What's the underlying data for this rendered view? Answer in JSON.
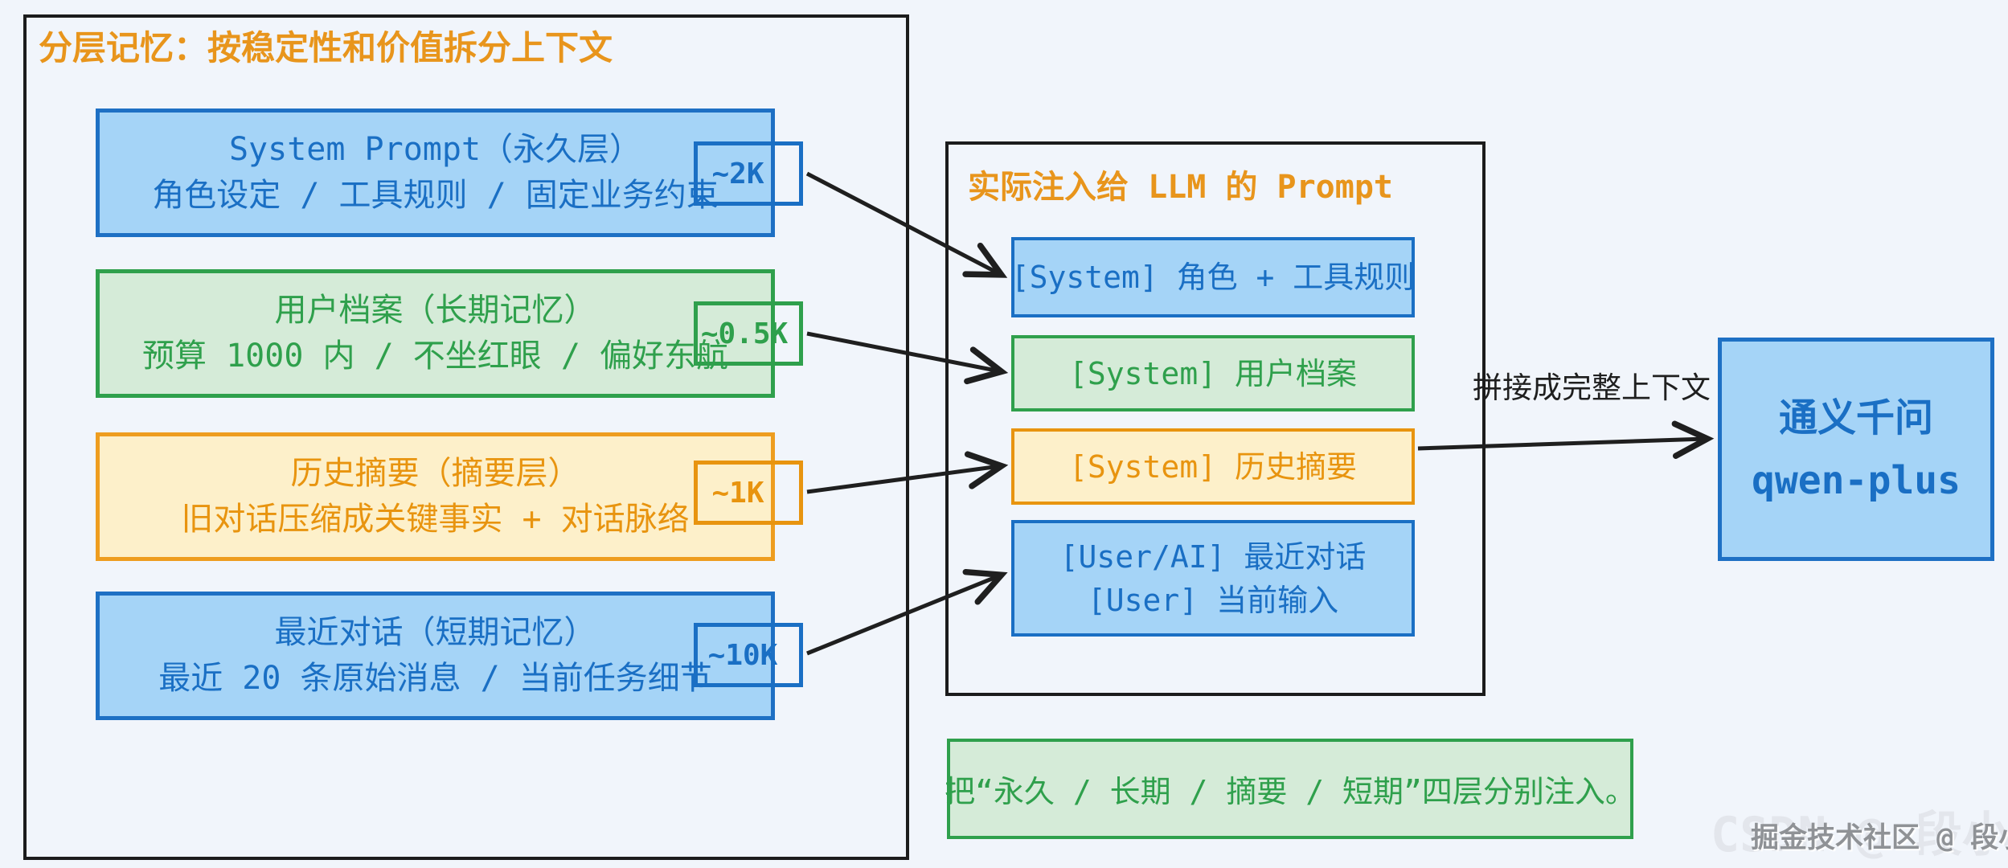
{
  "left_panel": {
    "title": "分层记忆：按稳定性和价值拆分上下文",
    "layers": [
      {
        "line1": "System Prompt（永久层）",
        "line2": "角色设定 / 工具规则 / 固定业务约束",
        "tag": "~2K",
        "theme": "blue"
      },
      {
        "line1": "用户档案（长期记忆）",
        "line2": "预算 1000 内 / 不坐红眼 / 偏好东航",
        "tag": "~0.5K",
        "theme": "green"
      },
      {
        "line1": "历史摘要（摘要层）",
        "line2": "旧对话压缩成关键事实 + 对话脉络",
        "tag": "~1K",
        "theme": "yellow"
      },
      {
        "line1": "最近对话（短期记忆）",
        "line2": "最近 20 条原始消息 / 当前任务细节",
        "tag": "~10K",
        "theme": "blue"
      }
    ]
  },
  "prompt_panel": {
    "title": "实际注入给 LLM 的 Prompt",
    "items": [
      {
        "label": "[System] 角色 + 工具规则",
        "theme": "blue"
      },
      {
        "label": "[System] 用户档案",
        "theme": "green"
      },
      {
        "label": "[System] 历史摘要",
        "theme": "yellow"
      },
      {
        "line1": "[User/AI] 最近对话",
        "line2": "[User] 当前输入",
        "theme": "blue"
      }
    ]
  },
  "output": {
    "arrow_label": "拼接成完整上下文",
    "model_line1": "通义千问",
    "model_line2": "qwen-plus"
  },
  "note": {
    "text": "把“永久 / 长期 / 摘要 / 短期”四层分别注入。"
  },
  "watermark": {
    "back": "CSDN @ 段小三",
    "front": "掘金技术社区 @ 段小三"
  },
  "colors": {
    "background": "#f1f5fb",
    "outline_black": "#1c1c1c",
    "title_orange": "#e8951c",
    "blue_fill": "#a5d4f7",
    "blue_border": "#1e70c4",
    "blue_text": "#1a6fc4",
    "green_fill": "#d5ebd8",
    "green_border": "#2fa04c",
    "yellow_fill": "#fdf0ca",
    "yellow_border": "#ee9d1f",
    "yellow_text": "#e8940f",
    "arrow": "#1f1f1f",
    "watermark_front": "#8f9296",
    "watermark_back": "#e3e6ec"
  }
}
